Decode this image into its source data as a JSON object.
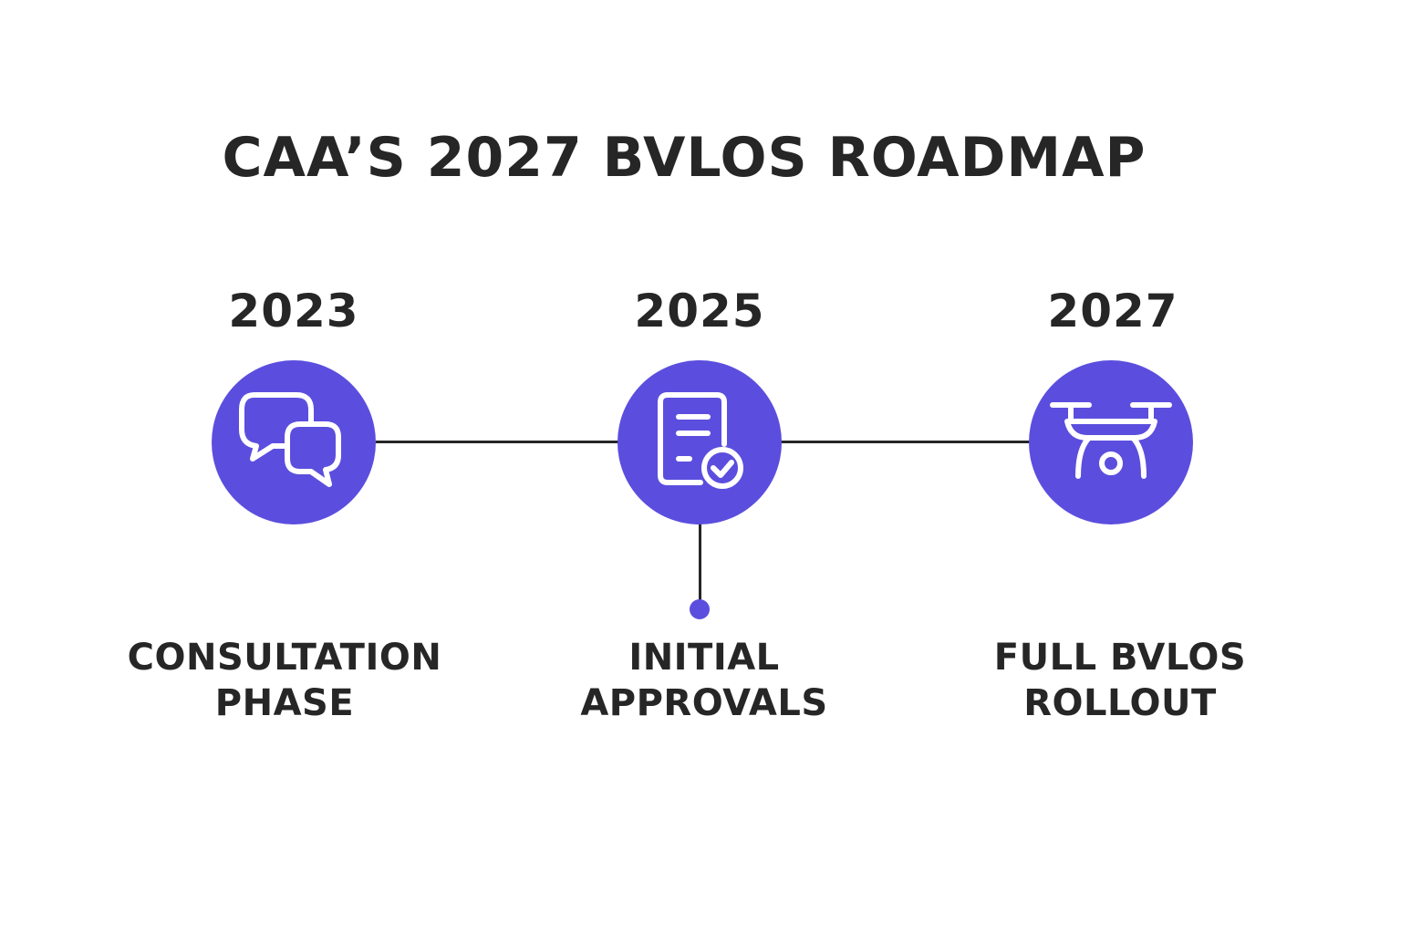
{
  "title": "CAA’S 2027 BVLOS ROADMAP",
  "colors": {
    "accent": "#5b4ede",
    "line": "#262626",
    "text": "#262626",
    "icon": "#ffffff"
  },
  "milestones": [
    {
      "year": "2023",
      "label_line1": "CONSULTATION",
      "label_line2": "PHASE",
      "icon": "chat-bubbles-icon"
    },
    {
      "year": "2025",
      "label_line1": "INITIAL",
      "label_line2": "APPROVALS",
      "icon": "document-check-icon"
    },
    {
      "year": "2027",
      "label_line1": "FULL BVLOS",
      "label_line2": "ROLLOUT",
      "icon": "drone-icon"
    }
  ]
}
